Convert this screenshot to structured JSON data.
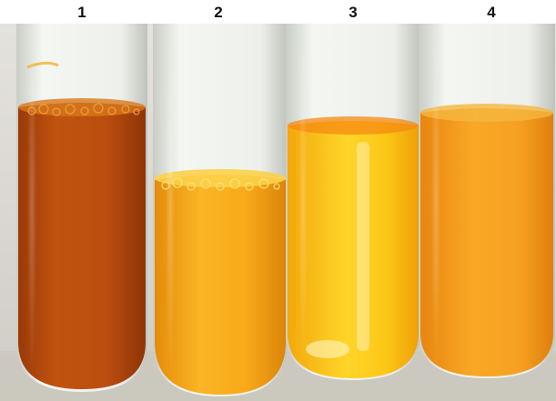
{
  "labels": [
    "1",
    "2",
    "3",
    "4"
  ],
  "colors": {
    "tube1": "#b5480f",
    "tube2": "#f5a516",
    "tube3": "#f9c00c",
    "tube4": "#f29a1c",
    "background": "#d9d6cf",
    "glass": "#e8eae6"
  }
}
